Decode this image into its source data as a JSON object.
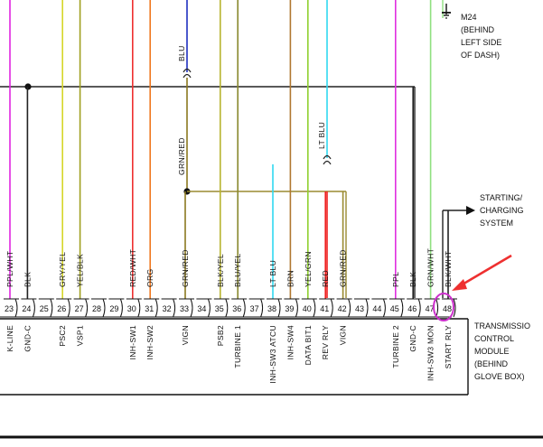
{
  "wires": [
    {
      "pin": "23",
      "color_code": "PPL/WHT",
      "signal": "K-LINE",
      "stroke": "#e024e0"
    },
    {
      "pin": "24",
      "color_code": "BLK",
      "signal": "GND-C",
      "stroke": "#222222"
    },
    {
      "pin": "25",
      "color_code": "",
      "signal": "",
      "stroke": ""
    },
    {
      "pin": "26",
      "color_code": "GRY/YEL",
      "signal": "PSC2",
      "stroke": "#d6d62a"
    },
    {
      "pin": "27",
      "color_code": "YEL/BLK",
      "signal": "VSP1",
      "stroke": "#a0a020"
    },
    {
      "pin": "28",
      "color_code": "",
      "signal": "",
      "stroke": ""
    },
    {
      "pin": "29",
      "color_code": "",
      "signal": "",
      "stroke": ""
    },
    {
      "pin": "30",
      "color_code": "RED/WHT",
      "signal": "INH-SW1",
      "stroke": "#ee3030"
    },
    {
      "pin": "31",
      "color_code": "ORG",
      "signal": "INH-SW2",
      "stroke": "#f07820"
    },
    {
      "pin": "32",
      "color_code": "",
      "signal": "",
      "stroke": ""
    },
    {
      "pin": "33",
      "color_code": "GRN/RED",
      "signal": "VIGN",
      "stroke": "#8a7820"
    },
    {
      "pin": "34",
      "color_code": "",
      "signal": "",
      "stroke": ""
    },
    {
      "pin": "35",
      "color_code": "BLK/YEL",
      "signal": "PSB2",
      "stroke": "#b8b430"
    },
    {
      "pin": "36",
      "color_code": "BLU/YEL",
      "signal": "TURBINE 1",
      "stroke": "#8a8a30"
    },
    {
      "pin": "37",
      "color_code": "",
      "signal": "",
      "stroke": ""
    },
    {
      "pin": "38",
      "color_code": "LT BLU",
      "signal": "INH-SW3 ATCU",
      "stroke": "#30d8f0"
    },
    {
      "pin": "39",
      "color_code": "BRN",
      "signal": "INH-SW4",
      "stroke": "#b07830"
    },
    {
      "pin": "40",
      "color_code": "YEL/GRN",
      "signal": "DATA BIT1",
      "stroke": "#90d030"
    },
    {
      "pin": "41",
      "color_code": "RED",
      "signal": "REV RLY",
      "stroke": "#ee2020"
    },
    {
      "pin": "42",
      "color_code": "GRN/RED",
      "signal": "VIGN",
      "stroke": "#9a8a30"
    },
    {
      "pin": "43",
      "color_code": "",
      "signal": "",
      "stroke": ""
    },
    {
      "pin": "44",
      "color_code": "",
      "signal": "",
      "stroke": ""
    },
    {
      "pin": "45",
      "color_code": "PPL",
      "signal": "TURBINE 2",
      "stroke": "#e030e0"
    },
    {
      "pin": "46",
      "color_code": "BLK",
      "signal": "GND-C",
      "stroke": "#222222"
    },
    {
      "pin": "47",
      "color_code": "GRN/WHT",
      "signal": "INH-SW3 MON",
      "stroke": "#90e080"
    },
    {
      "pin": "48",
      "color_code": "BLK/WHT",
      "signal": "START RLY",
      "stroke": "#222222"
    }
  ],
  "upper_labels": {
    "blu": "BLU",
    "grn_red": "GRN/RED",
    "lt_blu": "LT BLU"
  },
  "ground": {
    "id": "M24",
    "note": [
      "(BEHIND",
      "LEFT SIDE",
      "OF DASH)"
    ]
  },
  "starting_system": [
    "STARTING/",
    "CHARGING",
    "SYSTEM"
  ],
  "module": [
    "TRANSMISSIO",
    "CONTROL",
    "MODULE",
    "(BEHIND",
    "GLOVE BOX)"
  ],
  "colors": {
    "highlight_circle": "#cc30cc",
    "pointer_arrow": "#ee3030"
  }
}
